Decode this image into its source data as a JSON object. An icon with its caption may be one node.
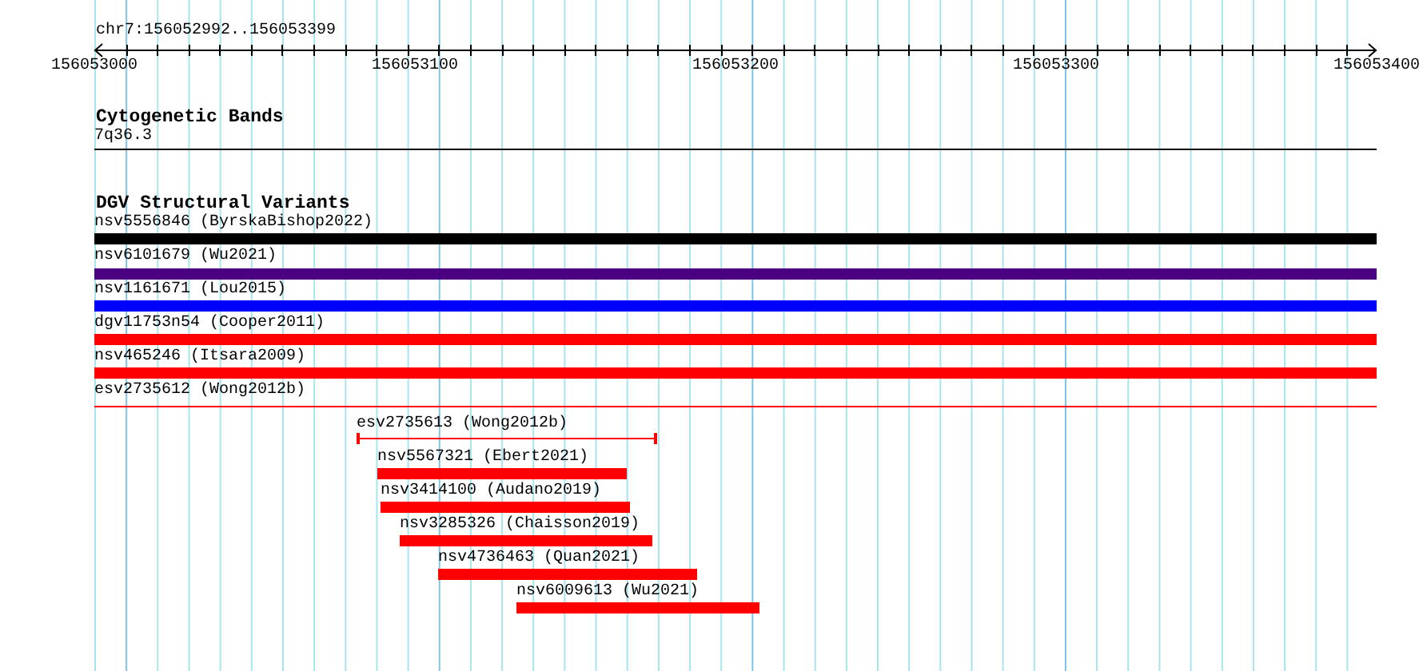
{
  "diagram": {
    "nodes": [
      {
        "text": [
          "7q36.3"
        ]
      },
      {
        "text": [
          "nsv5556846 (ByrskaBishop2022)"
        ]
      },
      {
        "text": [
          "nsv6101679 (Wu2021)"
        ]
      },
      {
        "text": [
          "nsv1161671 (Lou2015)"
        ]
      },
      {
        "text": [
          "dgv11753n54 (Cooper2011)"
        ]
      },
      {
        "text": [
          "nsv465246 (Itsara2009)"
        ]
      },
      {
        "text": [
          "esv2735612 (Wong2012b)"
        ]
      },
      {
        "text": [
          "esv2735613 (Wong2012b)"
        ]
      },
      {
        "text": [
          "nsv5567321 (Ebert2021)"
        ]
      },
      {
        "text": [
          "nsv3414100 (Audano2019)"
        ]
      },
      {
        "text": [
          "nsv3285326 (Chaisson2019)"
        ]
      },
      {
        "text": [
          "nsv4736463 (Quan2021)"
        ]
      },
      {
        "text": [
          "nsv6009613 (Wu2021)"
        ]
      }
    ],
    "labels": [
      "chr7:156052992..156053399",
      "156053000",
      "156053100",
      "156053200",
      "156053300",
      "156053400",
      "Cytogenetic Bands",
      "DGV Structural Variants"
    ]
  }
}
